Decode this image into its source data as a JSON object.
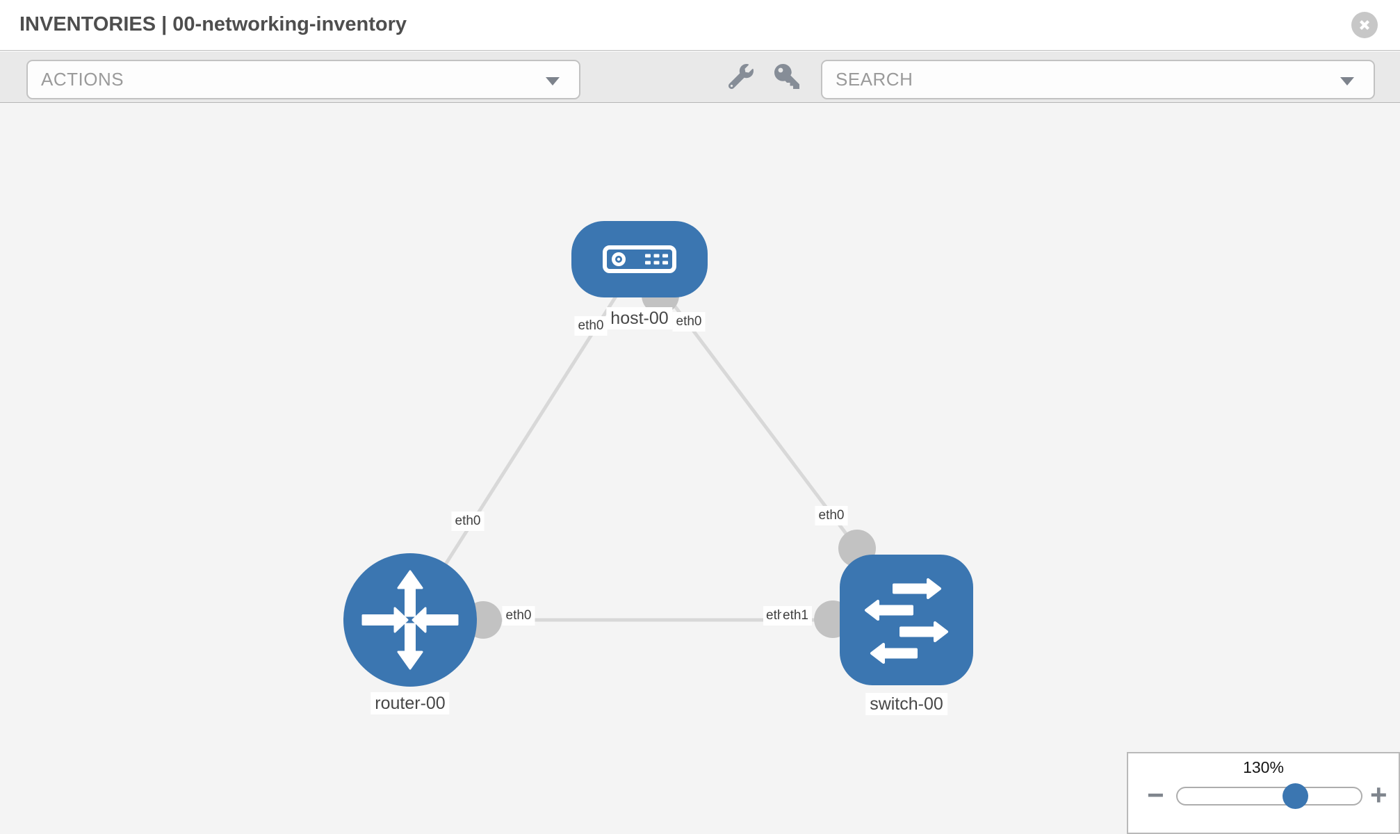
{
  "header": {
    "title": "INVENTORIES | 00-networking-inventory",
    "close_icon": "circle-x"
  },
  "toolbar": {
    "actions_label": "ACTIONS",
    "search_label": "SEARCH",
    "icons": [
      "wrench-icon",
      "key-icon"
    ]
  },
  "topology": {
    "nodes": [
      {
        "id": "host-00",
        "type": "host",
        "label": "host-00"
      },
      {
        "id": "router-00",
        "type": "router",
        "label": "router-00"
      },
      {
        "id": "switch-00",
        "type": "switch",
        "label": "switch-00"
      }
    ],
    "links": [
      {
        "source": "host-00",
        "source_interface": "eth0",
        "target": "router-00",
        "target_interface": "eth0"
      },
      {
        "source": "host-00",
        "source_interface": "eth0",
        "target": "switch-00",
        "target_interface": "eth0"
      },
      {
        "source": "router-00",
        "source_interface": "eth0",
        "target": "switch-00",
        "target_interface": "eth1"
      }
    ],
    "iface_labels": {
      "host_end_to_router": "eth0",
      "host_end_to_switch": "eth0",
      "router_end_to_host": "eth0",
      "switch_end_to_host": "eth0",
      "router_end_to_switch": "eth0",
      "switch_end_to_router_under": "eth0",
      "switch_end_to_router_over": "eth1"
    }
  },
  "zoom_control": {
    "level": "130%",
    "minus_label": "−",
    "plus_label": "+"
  },
  "colors": {
    "node_blue": "#3b76b1",
    "link_gray": "#d8d8d8",
    "endpoint_gray": "#c2c2c2",
    "canvas_bg": "#f4f4f4",
    "toolbar_bg": "#e9e9e9"
  }
}
